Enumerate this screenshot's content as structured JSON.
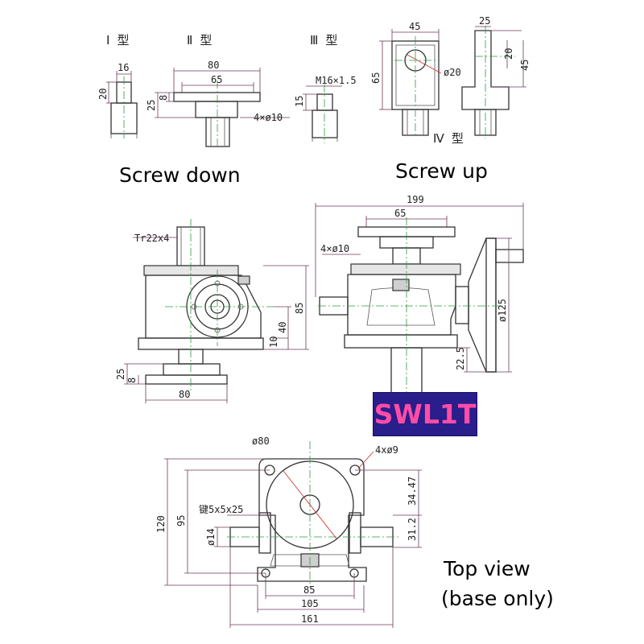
{
  "types": {
    "type1": "Ⅰ 型",
    "type2": "Ⅱ 型",
    "type3": "Ⅲ 型",
    "type4": "Ⅳ 型"
  },
  "captions": {
    "screw_down": "Screw down",
    "screw_up": "Screw up",
    "top_view": "Top view",
    "base_only": "(base only)"
  },
  "model_badge": "SWL1T",
  "dims": {
    "t1_width": "16",
    "t1_height": "20",
    "t2_flange": "80",
    "t2_bolt": "65",
    "t2_h25": "25",
    "t2_h8": "8",
    "t2_holes": "4×ø10",
    "t3_thread": "M16×1.5",
    "t3_h15": "15",
    "t4_w45": "45",
    "t4_h65": "65",
    "t4_hole": "ø20",
    "t4_w25": "25",
    "t4_h20": "20",
    "t4_h45": "45",
    "tr": "Tr22x4",
    "h85": "85",
    "h40": "40",
    "h10": "10",
    "b25": "25",
    "b8": "8",
    "b80": "80",
    "w199": "199",
    "w65": "65",
    "holes10": "4×ø10",
    "d125": "ø125",
    "h22_5": "22.5",
    "d80": "ø80",
    "holes9": "4xø9",
    "key": "键5x5x25",
    "d14": "ø14",
    "v120": "120",
    "v95": "95",
    "v34_47": "34.47",
    "v31_2": "31.2",
    "h85b": "85",
    "h105": "105",
    "h161": "161"
  }
}
